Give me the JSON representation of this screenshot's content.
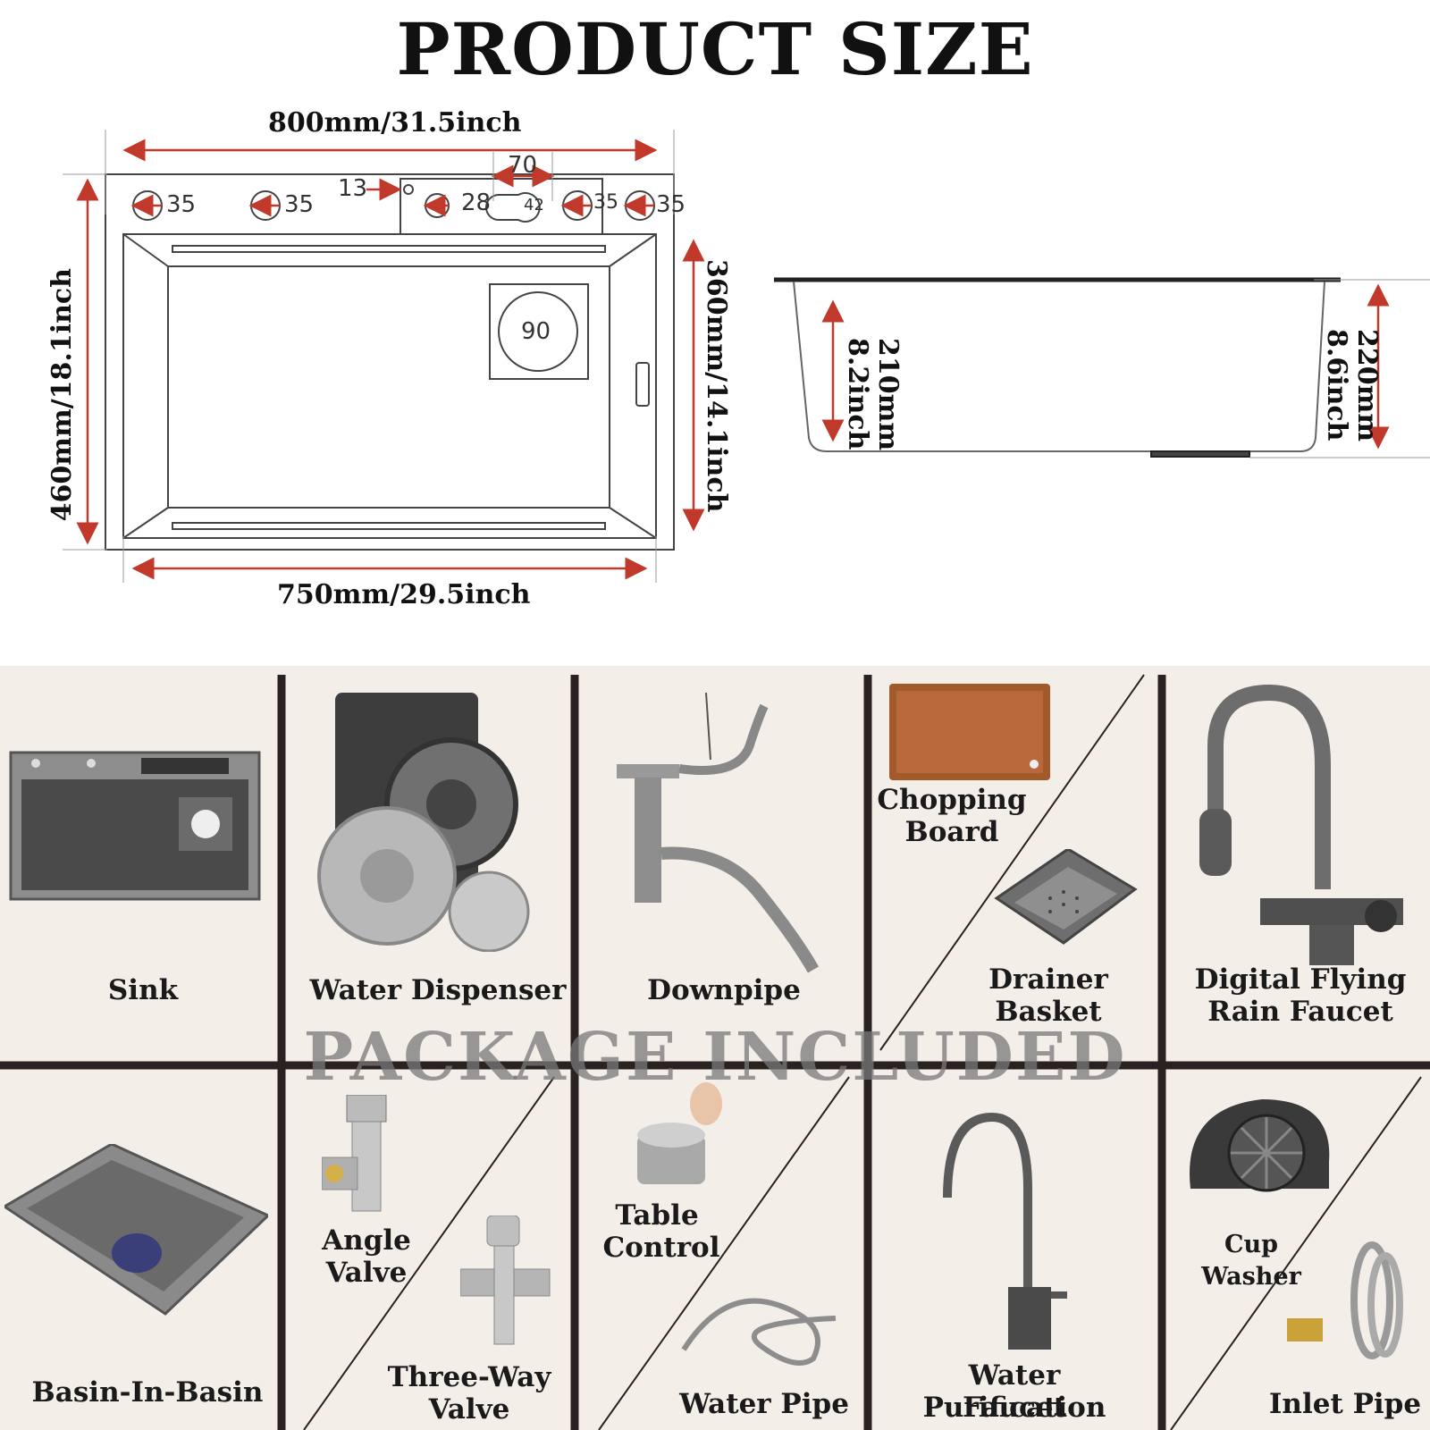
{
  "title": "PRODUCT SIZE",
  "dimensions": {
    "top_width": "800mm/31.5inch",
    "bottom_width": "750mm/29.5inch",
    "left_height": "460mm/18.1inch",
    "inner_height": "360mm/14.1inch",
    "depth_inner_a": "210mm",
    "depth_inner_b": "8.2inch",
    "depth_outer_a": "220mm",
    "depth_outer_b": "8.6inch",
    "hole_35_a": "35",
    "hole_35_b": "35",
    "offset_13": "13",
    "hole_28": "28",
    "slot_70": "70",
    "slot_42": "42",
    "hole_35_c": "35",
    "hole_35_d": "35",
    "drain_90": "90"
  },
  "package": {
    "watermark": "PACKAGE INCLUDED",
    "items": {
      "sink": "Sink",
      "water_dispenser": "Water Dispenser",
      "downpipe": "Downpipe",
      "chopping_board_1": "Chopping",
      "chopping_board_2": "Board",
      "drainer_basket": "Drainer Basket",
      "faucet_1": "Digital Flying",
      "faucet_2": "Rain Faucet",
      "basin": "Basin-In-Basin",
      "angle_valve_1": "Angle",
      "angle_valve_2": "Valve",
      "three_way_1": "Three-Way",
      "three_way_2": "Valve",
      "table_control_1": "Table",
      "table_control_2": "Control",
      "water_pipe": "Water Pipe",
      "purif_1": "Water Purification",
      "purif_2": "Faucet",
      "cup_washer": "Cup Washer",
      "inlet_pipe": "Inlet Pipe"
    }
  },
  "colors": {
    "dimension_line": "#c0392b",
    "divider": "#2a2220",
    "panel_bg": "#f4eee8",
    "metal": "#7d7d7d"
  }
}
